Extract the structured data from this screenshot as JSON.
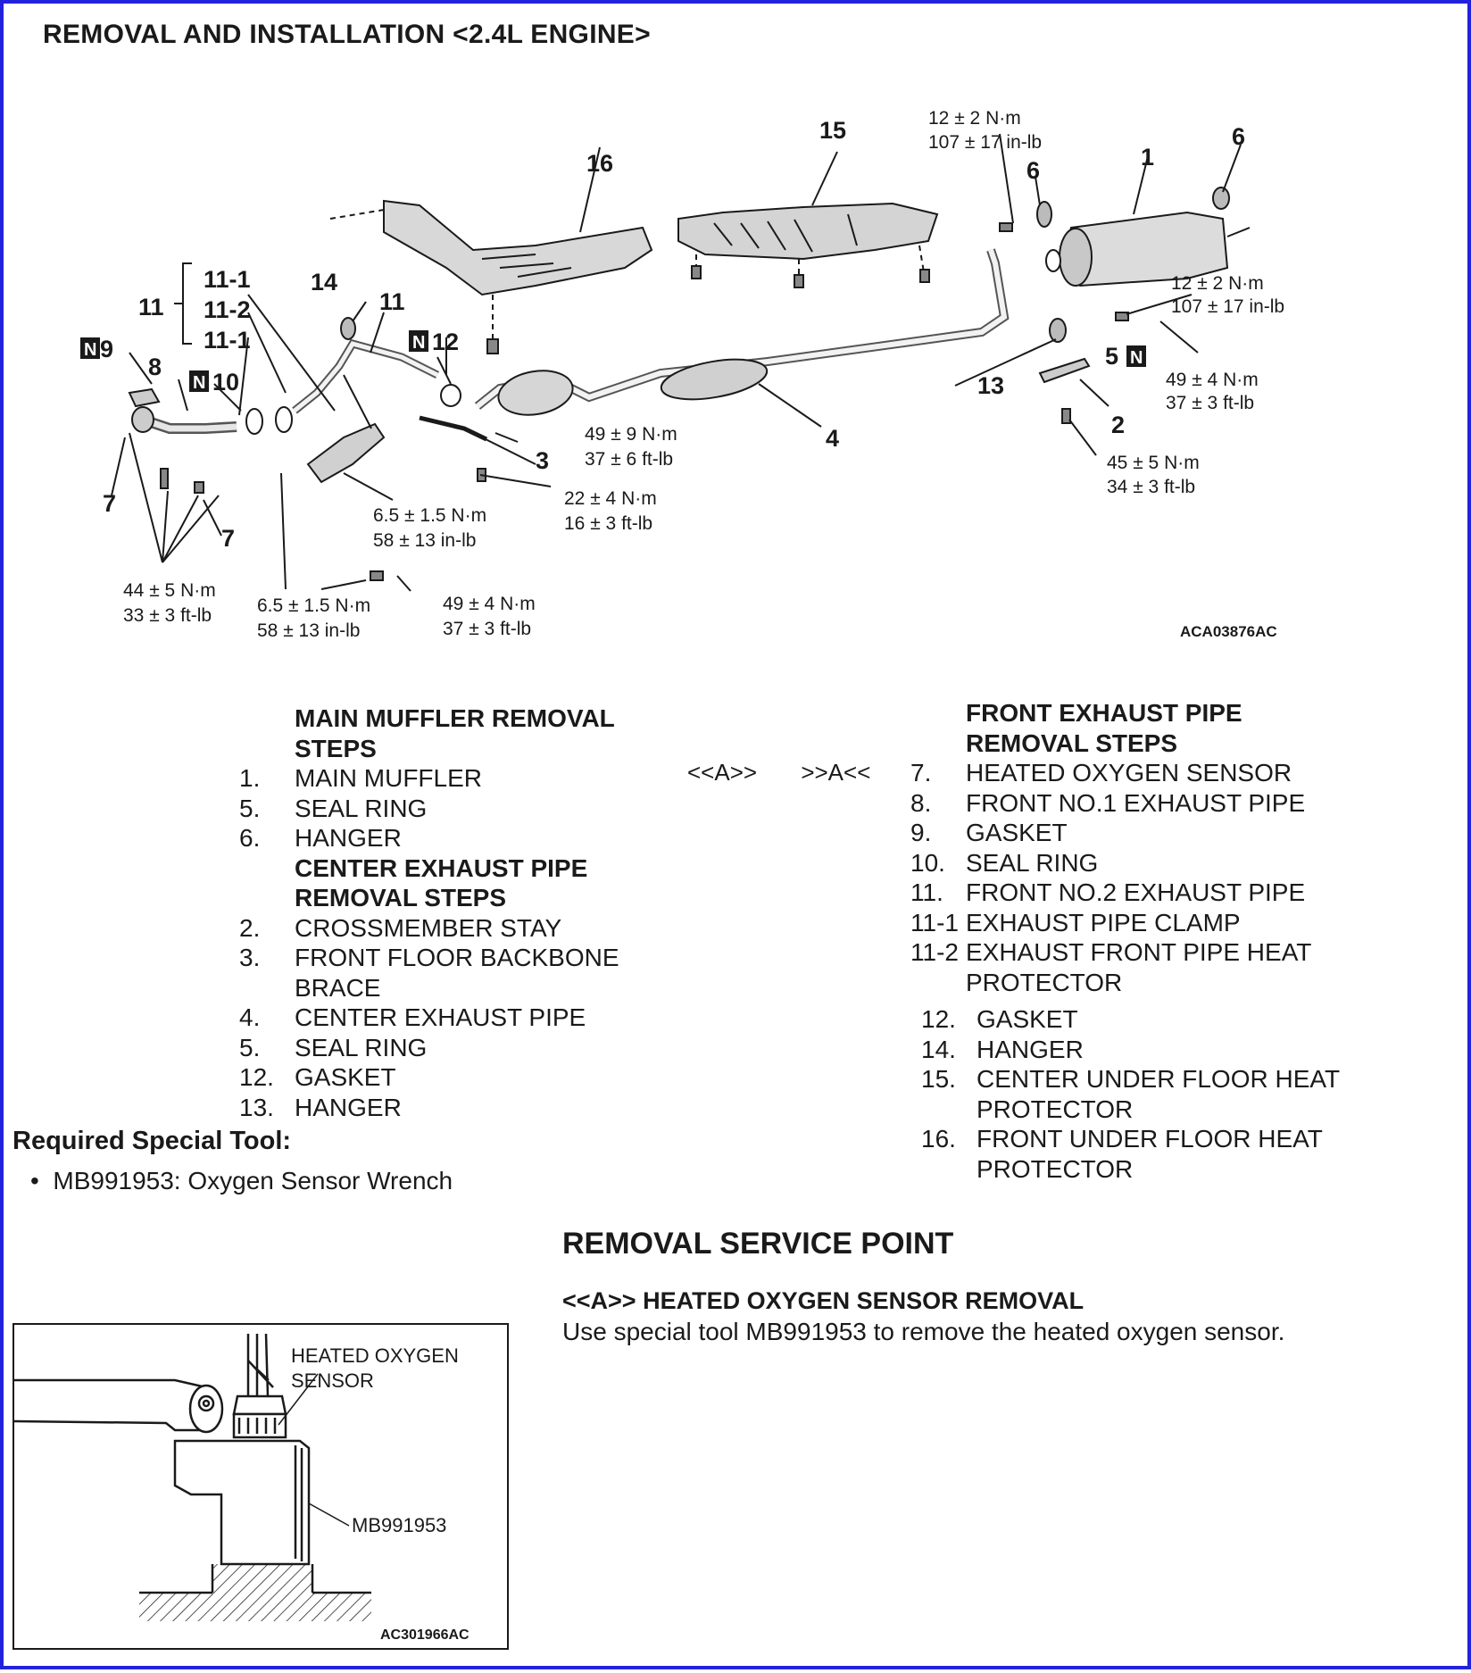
{
  "title": "REMOVAL AND INSTALLATION <2.4L ENGINE>",
  "diagram": {
    "figure_code": "ACA03876AC",
    "callouts": [
      "1",
      "2",
      "3",
      "4",
      "5",
      "6",
      "7",
      "8",
      "9",
      "10",
      "11",
      "11-1",
      "11-2",
      "12",
      "13",
      "14",
      "15",
      "16"
    ],
    "torques": [
      "12 ± 2 N·m",
      "107 ± 17 in-lb",
      "49 ± 4 N·m",
      "37 ± 3 ft-lb",
      "45 ± 5 N·m",
      "34 ± 3 ft-lb",
      "49 ± 9 N·m",
      "37 ± 6 ft-lb",
      "22 ± 4 N·m",
      "16 ± 3 ft-lb",
      "6.5 ± 1.5 N·m",
      "58 ± 13 in-lb",
      "44 ± 5 N·m",
      "33 ± 3 ft-lb"
    ]
  },
  "left_steps": {
    "header1_line1": "MAIN MUFFLER REMOVAL",
    "header1_line2": "STEPS",
    "header2_line1": "CENTER EXHAUST PIPE",
    "header2_line2": "REMOVAL STEPS",
    "items": [
      {
        "num": "1.",
        "text": "MAIN MUFFLER"
      },
      {
        "num": "5.",
        "text": "SEAL RING"
      },
      {
        "num": "6.",
        "text": "HANGER"
      },
      {
        "num": "2.",
        "text": "CROSSMEMBER STAY"
      },
      {
        "num": "3.",
        "text": "FRONT FLOOR BACKBONE",
        "cont": "BRACE"
      },
      {
        "num": "4.",
        "text": "CENTER EXHAUST PIPE"
      },
      {
        "num": "5.",
        "text": "SEAL RING"
      },
      {
        "num": "12.",
        "text": "GASKET"
      },
      {
        "num": "13.",
        "text": "HANGER"
      }
    ]
  },
  "markers": {
    "removal": "<<A>>",
    "installation": ">>A<<"
  },
  "right_steps": {
    "header_line1": "FRONT EXHAUST PIPE",
    "header_line2": "REMOVAL STEPS",
    "items": [
      {
        "num": "7.",
        "text": "HEATED OXYGEN SENSOR"
      },
      {
        "num": "8.",
        "text": "FRONT NO.1 EXHAUST PIPE"
      },
      {
        "num": "9.",
        "text": "GASKET"
      },
      {
        "num": "10.",
        "text": "SEAL RING"
      },
      {
        "num": "11.",
        "text": "FRONT NO.2 EXHAUST PIPE"
      },
      {
        "num": "11-1",
        "text": "EXHAUST PIPE CLAMP"
      },
      {
        "num": "11-2",
        "text": "EXHAUST FRONT PIPE HEAT",
        "cont": "PROTECTOR"
      },
      {
        "num": "12.",
        "text": "GASKET"
      },
      {
        "num": "14.",
        "text": "HANGER"
      },
      {
        "num": "15.",
        "text": "CENTER UNDER FLOOR HEAT",
        "cont": "PROTECTOR"
      },
      {
        "num": "16.",
        "text": "FRONT UNDER FLOOR HEAT",
        "cont": "PROTECTOR"
      }
    ]
  },
  "required_tool": {
    "heading": "Required Special Tool:",
    "item": "MB991953: Oxygen Sensor Wrench"
  },
  "service_point": {
    "heading": "REMOVAL SERVICE POINT",
    "subheading": "<<A>> HEATED OXYGEN SENSOR REMOVAL",
    "text": "Use special tool MB991953 to remove the heated oxygen sensor."
  },
  "inset": {
    "label_line1": "HEATED OXYGEN",
    "label_line2": "SENSOR",
    "tool_label": "MB991953",
    "figure_code": "AC301966AC"
  }
}
